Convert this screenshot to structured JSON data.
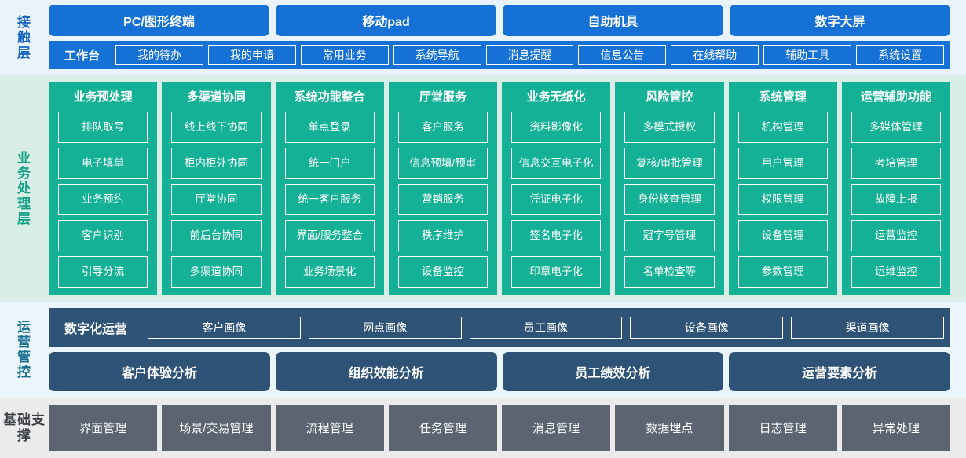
{
  "colors": {
    "contact_bg": "#eaf3fc",
    "contact_blue": "#1571d6",
    "business_bg": "#d9eee6",
    "business_teal": "#14b196",
    "ops_bg": "#eaf5fc",
    "ops_navy": "#2f5377",
    "base_bg": "#ebebeb",
    "base_gray": "#5c6472"
  },
  "layers": {
    "contact": {
      "label": "接触层",
      "channels": [
        {
          "label": "PC/图形终端"
        },
        {
          "label": "移动pad"
        },
        {
          "label": "自助机具"
        },
        {
          "label": "数字大屏"
        }
      ],
      "workbench_title": "工作台",
      "workbench_items": [
        {
          "label": "我的待办"
        },
        {
          "label": "我的申请"
        },
        {
          "label": "常用业务"
        },
        {
          "label": "系统导航"
        },
        {
          "label": "消息提醒"
        },
        {
          "label": "信息公告"
        },
        {
          "label": "在线帮助"
        },
        {
          "label": "辅助工具"
        },
        {
          "label": "系统设置"
        }
      ]
    },
    "business": {
      "label": "业务处理层",
      "columns": [
        {
          "title": "业务预处理",
          "items": [
            {
              "label": "排队取号"
            },
            {
              "label": "电子填单"
            },
            {
              "label": "业务预约"
            },
            {
              "label": "客户识别"
            },
            {
              "label": "引导分流"
            }
          ]
        },
        {
          "title": "多渠道协同",
          "items": [
            {
              "label": "线上线下协同"
            },
            {
              "label": "柜内柜外协同"
            },
            {
              "label": "厅堂协同"
            },
            {
              "label": "前后台协同"
            },
            {
              "label": "多渠道协同"
            }
          ]
        },
        {
          "title": "系统功能整合",
          "items": [
            {
              "label": "单点登录"
            },
            {
              "label": "统一门户"
            },
            {
              "label": "统一客户服务"
            },
            {
              "label": "界面/服务整合"
            },
            {
              "label": "业务场景化"
            }
          ]
        },
        {
          "title": "厅堂服务",
          "items": [
            {
              "label": "客户服务"
            },
            {
              "label": "信息预填/预审"
            },
            {
              "label": "营销服务"
            },
            {
              "label": "秩序维护"
            },
            {
              "label": "设备监控"
            }
          ]
        },
        {
          "title": "业务无纸化",
          "items": [
            {
              "label": "资料影像化"
            },
            {
              "label": "信息交互电子化"
            },
            {
              "label": "凭证电子化"
            },
            {
              "label": "签名电子化"
            },
            {
              "label": "印章电子化"
            }
          ]
        },
        {
          "title": "风险管控",
          "items": [
            {
              "label": "多模式授权"
            },
            {
              "label": "复核/审批管理"
            },
            {
              "label": "身份核查管理"
            },
            {
              "label": "冠字号管理"
            },
            {
              "label": "名单检查等"
            }
          ]
        },
        {
          "title": "系统管理",
          "items": [
            {
              "label": "机构管理"
            },
            {
              "label": "用户管理"
            },
            {
              "label": "权限管理"
            },
            {
              "label": "设备管理"
            },
            {
              "label": "参数管理"
            }
          ]
        },
        {
          "title": "运营辅助功能",
          "items": [
            {
              "label": "多媒体管理"
            },
            {
              "label": "考培管理"
            },
            {
              "label": "故障上报"
            },
            {
              "label": "运营监控"
            },
            {
              "label": "运维监控"
            }
          ]
        }
      ]
    },
    "ops": {
      "label": "运营管控",
      "digital_ops_title": "数字化运营",
      "portraits": [
        {
          "label": "客户画像"
        },
        {
          "label": "网点画像"
        },
        {
          "label": "员工画像"
        },
        {
          "label": "设备画像"
        },
        {
          "label": "渠道画像"
        }
      ],
      "analyses": [
        {
          "label": "客户体验分析"
        },
        {
          "label": "组织效能分析"
        },
        {
          "label": "员工绩效分析"
        },
        {
          "label": "运营要素分析"
        }
      ]
    },
    "base": {
      "label": "基础支撑",
      "items": [
        {
          "label": "界面管理"
        },
        {
          "label": "场景/交易管理"
        },
        {
          "label": "流程管理"
        },
        {
          "label": "任务管理"
        },
        {
          "label": "消息管理"
        },
        {
          "label": "数据埋点"
        },
        {
          "label": "日志管理"
        },
        {
          "label": "异常处理"
        }
      ]
    }
  }
}
